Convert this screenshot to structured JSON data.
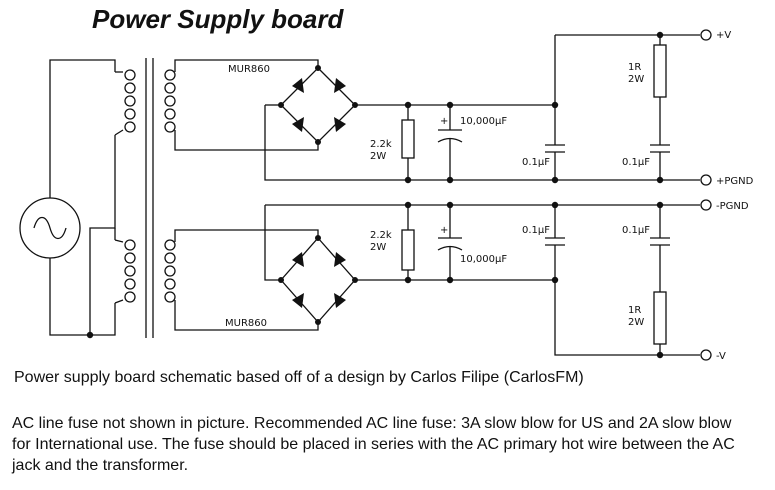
{
  "title": "Power Supply board",
  "schematic": {
    "rectifier_top": "MUR860",
    "rectifier_bottom": "MUR860",
    "bleed_resistor_top": [
      "2.2k",
      "2W"
    ],
    "bleed_resistor_bottom": [
      "2.2k",
      "2W"
    ],
    "filter_cap_top": "10,000µF",
    "filter_cap_bottom": "10,000µF",
    "polarity_plus_top": "+",
    "polarity_plus_bottom": "+",
    "bypass_cap_top_left": "0.1µF",
    "bypass_cap_top_right": "0.1µF",
    "bypass_cap_bottom_left": "0.1µF",
    "bypass_cap_bottom_right": "0.1µF",
    "output_resistor_top": [
      "1R",
      "2W"
    ],
    "output_resistor_bottom": [
      "1R",
      "2W"
    ],
    "terminals": {
      "pos_v": "+V",
      "pos_pgnd": "+PGND",
      "neg_pgnd": "-PGND",
      "neg_v": "-V"
    }
  },
  "caption": "Power supply board schematic based off of a design by Carlos Filipe (CarlosFM)",
  "note": "AC line fuse not shown in picture.  Recommended AC line fuse:  3A slow blow for US and 2A slow blow for International use.  The fuse should be placed in series with the AC primary hot wire between the AC jack and the transformer."
}
